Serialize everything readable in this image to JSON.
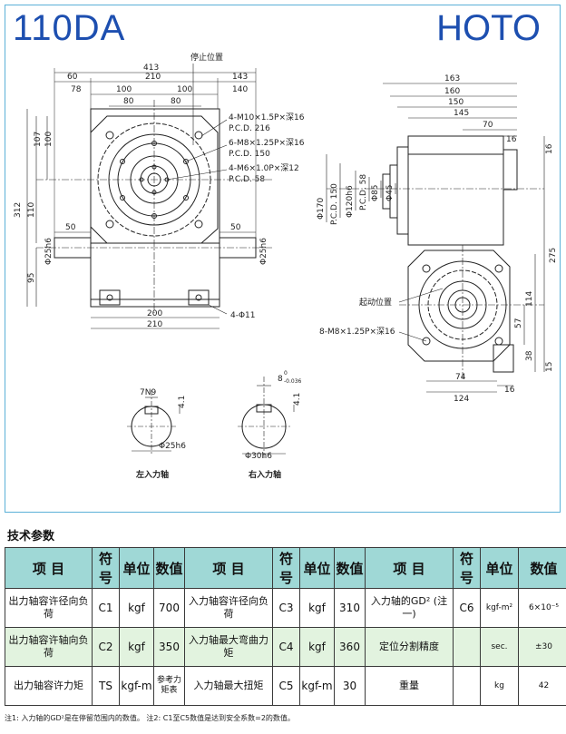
{
  "header": {
    "model": "110DA",
    "brand": "HOTO"
  },
  "drawing": {
    "dims_left_top": [
      "413",
      "60",
      "210",
      "143",
      "78",
      "100",
      "100",
      "140",
      "80",
      "80"
    ],
    "dims_left_side": [
      "107",
      "100",
      "312",
      "110",
      "Φ25h6",
      "95"
    ],
    "dims_left_bottom": [
      "200",
      "210",
      "4-Φ11"
    ],
    "shaft_dims": [
      "50",
      "50",
      "Φ25h6"
    ],
    "stop_position": "停止位置",
    "hole_notes": [
      "4-M10×1.5P×深16",
      "P.C.D. 216",
      "6-M8×1.25P×深16",
      "P.C.D. 150",
      "4-M6×1.0P×深12",
      "P.C.D. 58"
    ],
    "dims_right_top": [
      "163",
      "160",
      "150",
      "145",
      "70",
      "16",
      "16"
    ],
    "dims_right_side": [
      "Φ170",
      "P.C.D. 150",
      "Φ120h6",
      "P.C.D. 58",
      "Φ85",
      "Φ45"
    ],
    "start_position": "起动位置",
    "right_hole_note": "8-M8×1.25P×深16",
    "dims_right_vertical": [
      "275",
      "114",
      "57",
      "38",
      "15"
    ],
    "dims_right_bottom": [
      "74",
      "124",
      "16"
    ],
    "keyway_left": {
      "note": "7N9",
      "depth": "4.1",
      "dia": "Φ25h6",
      "label": "左入力轴"
    },
    "keyway_right": {
      "note": "8",
      "tol": "-0.036",
      "tol0": "0",
      "depth": "4.1",
      "dia": "Φ30h6",
      "label": "右入力轴"
    }
  },
  "section_title": "技术参数",
  "table": {
    "headers": [
      "项 目",
      "符号",
      "单位",
      "数值",
      "项 目",
      "符号",
      "单位",
      "数值",
      "项 目",
      "符号",
      "单位",
      "数值"
    ],
    "rows": [
      [
        "出力轴容许径向负荷",
        "C1",
        "kgf",
        "700",
        "入力轴容许径向负荷",
        "C3",
        "kgf",
        "310",
        "入力轴的GD² (注一)",
        "C6",
        "kgf-m²",
        "6×10⁻⁵"
      ],
      [
        "出力轴容许轴向负荷",
        "C2",
        "kgf",
        "350",
        "入力轴最大弯曲力矩",
        "C4",
        "kgf",
        "360",
        "定位分割精度",
        "",
        "sec.",
        "±30"
      ],
      [
        "出力轴容许力矩",
        "TS",
        "kgf-m",
        "参考力矩表",
        "入力轴最大扭矩",
        "C5",
        "kgf-m",
        "30",
        "重量",
        "",
        "kg",
        "42"
      ]
    ]
  },
  "footnote": "注1: 入力轴的GD²是在停留范围内的数值。  注2: C1至C5数值是达到安全系数=2的数值。",
  "colors": {
    "title_blue": "#1d4fb0",
    "frame": "#5bb0d8",
    "header_bg": "#9fd8d6",
    "row_alt": "#e2f3df"
  }
}
